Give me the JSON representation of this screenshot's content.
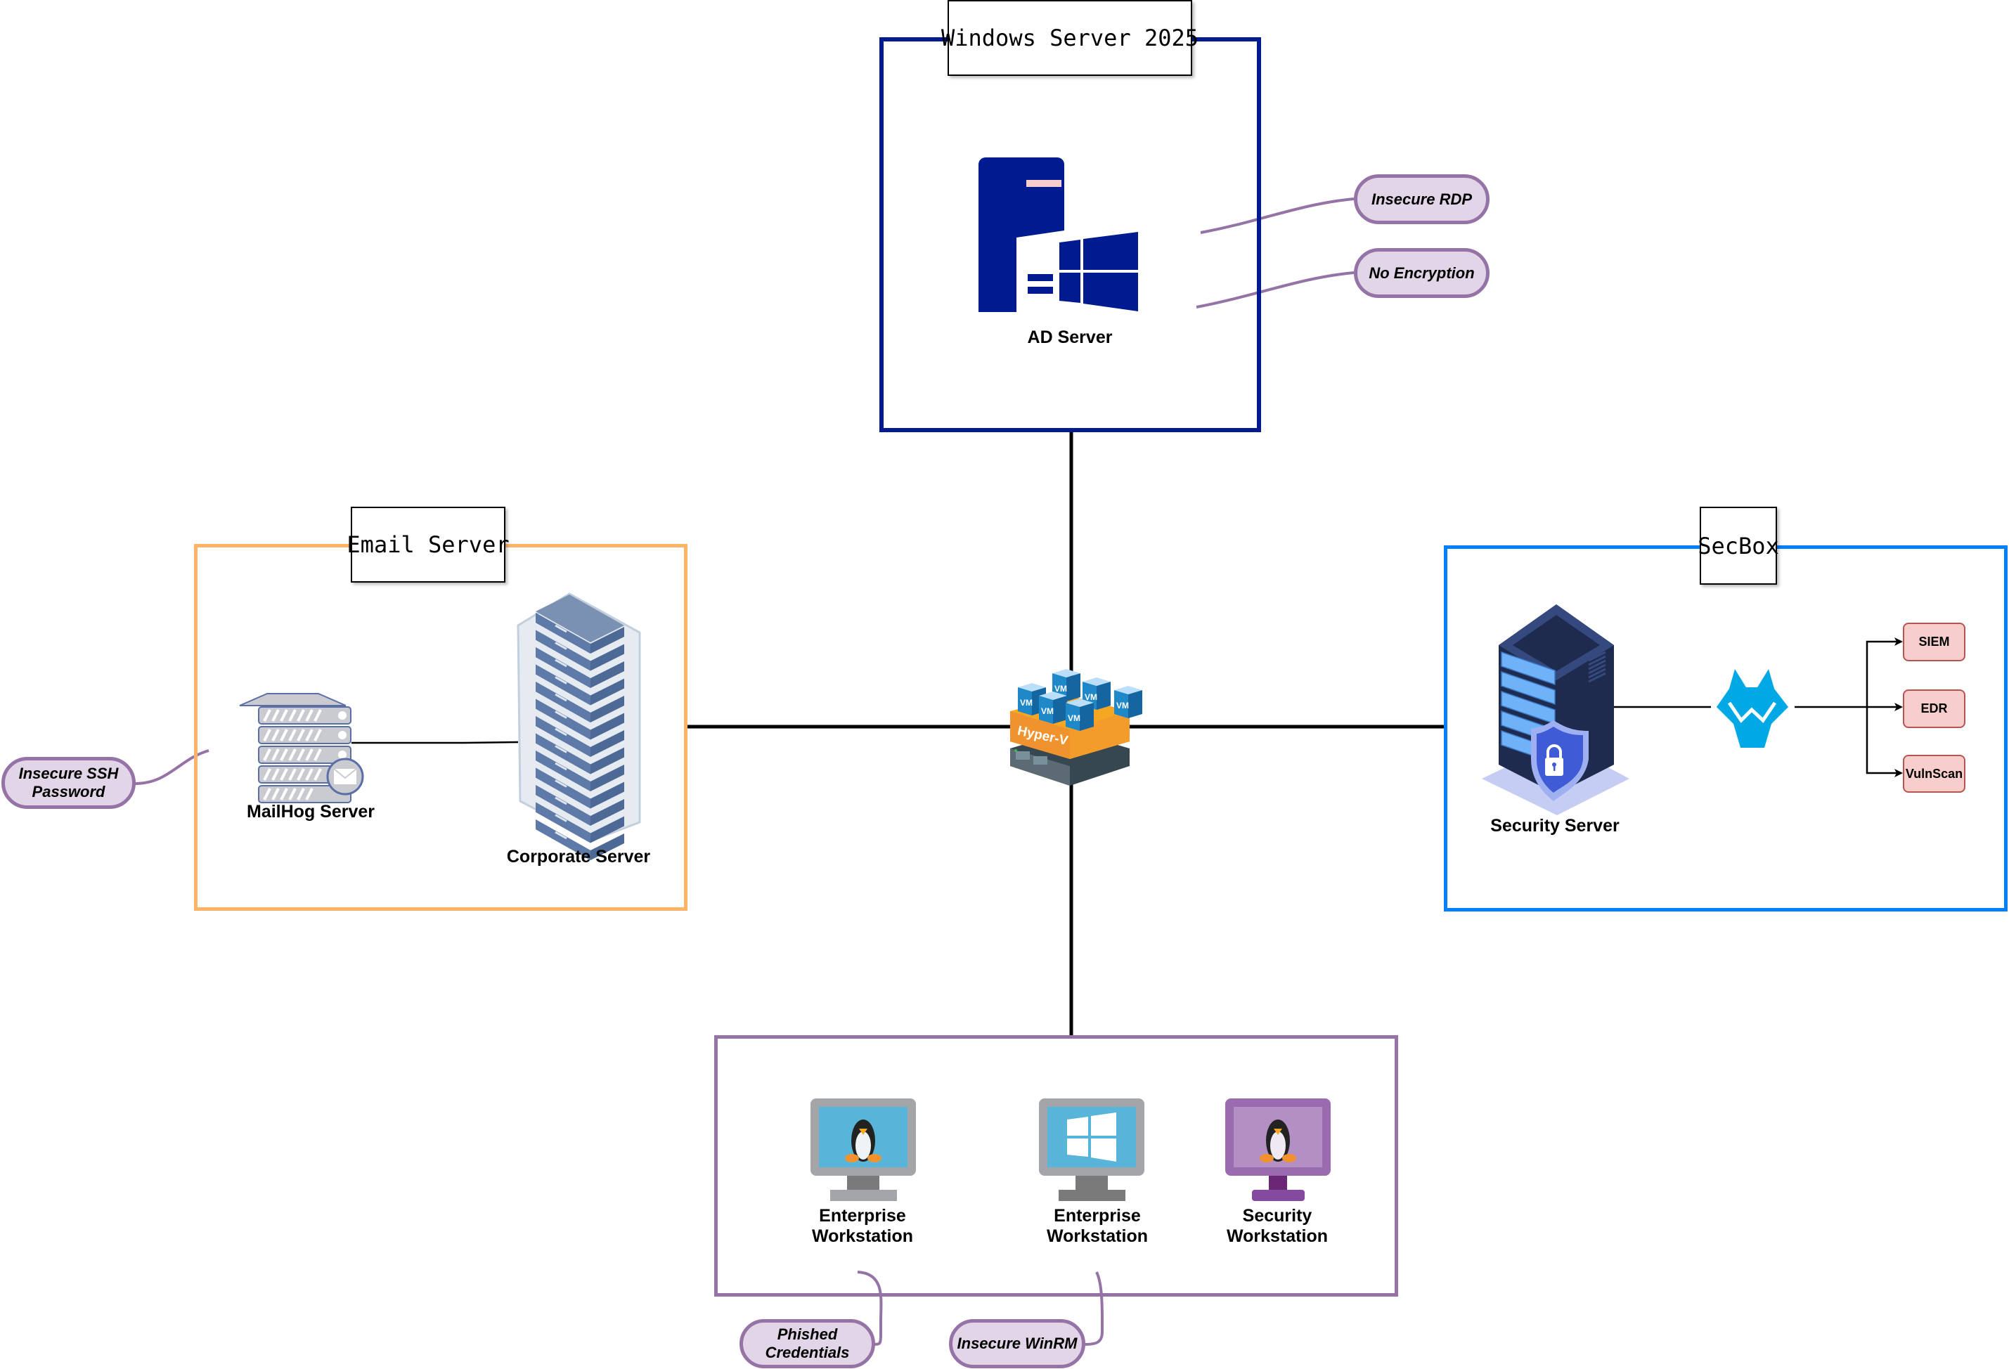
{
  "diagram": {
    "groups": {
      "windows": {
        "title": "Windows Server 2025",
        "color": "#001a8f"
      },
      "email": {
        "title": "Email Server",
        "color": "#ffb366"
      },
      "secbox": {
        "title": "SecBox",
        "color": "#007fff"
      },
      "workstations": {
        "color": "#9673a6"
      }
    },
    "nodes": {
      "ad_server": {
        "label": "AD Server",
        "icon": "windows-server-icon"
      },
      "mailhog_server": {
        "label": "MailHog Server",
        "icon": "mail-server-icon"
      },
      "corporate_server": {
        "label": "Corporate Server",
        "icon": "server-rack-icon"
      },
      "security_server": {
        "label": "Security Server",
        "icon": "secure-server-icon"
      },
      "wazuh": {
        "icon": "wolf-logo-icon"
      },
      "hyperv": {
        "icon": "hyper-v-icon",
        "badge": "Hyper-V",
        "vm_label": "VM"
      },
      "enterprise_ws_linux": {
        "label_line1": "Enterprise",
        "label_line2": "Workstation",
        "icon": "linux-monitor-icon"
      },
      "enterprise_ws_windows": {
        "label_line1": "Enterprise",
        "label_line2": "Workstation",
        "icon": "windows-monitor-icon"
      },
      "security_ws": {
        "label_line1": "Security",
        "label_line2": "Workstation",
        "icon": "linux-monitor-purple-icon"
      }
    },
    "tools": [
      {
        "label": "SIEM"
      },
      {
        "label": "EDR"
      },
      {
        "label": "VulnScan"
      }
    ],
    "vulnerabilities": {
      "insecure_rdp": {
        "label": "Insecure RDP"
      },
      "no_encryption": {
        "label": "No Encryption"
      },
      "insecure_ssh_line1": "Insecure SSH",
      "insecure_ssh_line2": "Password",
      "phished_line1": "Phished",
      "phished_line2": "Credentials",
      "insecure_winrm": {
        "label": "Insecure WinRM"
      }
    },
    "colors": {
      "vulnerable_fill": "#f8cecc",
      "vulnerable_stroke": "#b85450",
      "annotation_fill": "#e1d5e7",
      "annotation_stroke": "#9673a6"
    }
  }
}
